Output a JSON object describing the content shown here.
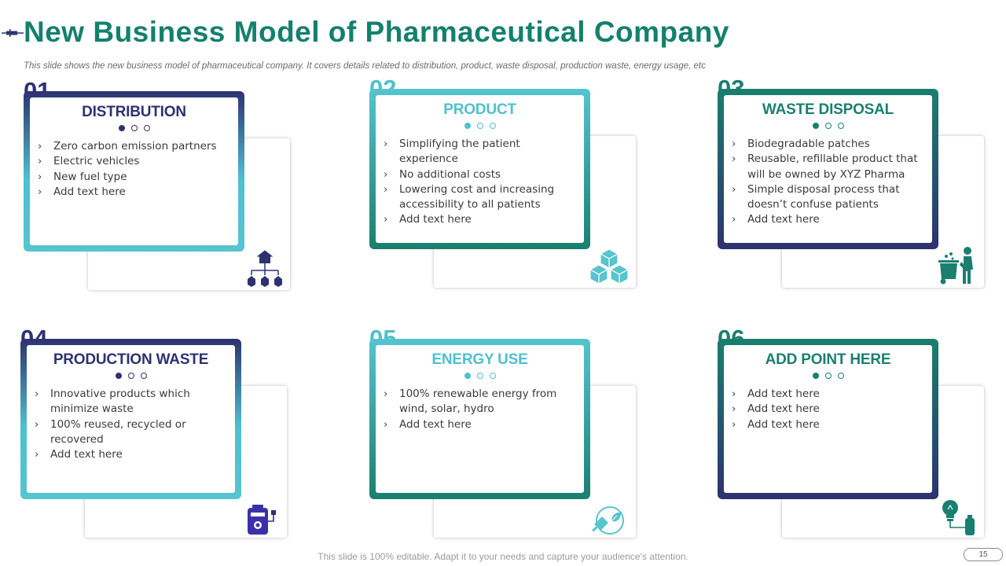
{
  "title": "New Business Model of Pharmaceutical Company",
  "subtitle": "This slide shows the new business model of pharmaceutical company. It covers details related to distribution, product, waste disposal, production waste, energy usage, etc",
  "colors": {
    "navy": "#2e3270",
    "teal": "#4ec1cc",
    "green": "#1a7f6f"
  },
  "cards": [
    {
      "num": "01",
      "title": "DISTRIBUTION",
      "bullets": [
        "Zero carbon emission partners",
        "Electric vehicles",
        "New fuel type",
        "Add text here"
      ],
      "icon": "warehouse-network-icon"
    },
    {
      "num": "02",
      "title": "PRODUCT",
      "bullets": [
        "Simplifying the patient experience",
        "No additional costs",
        "Lowering cost and increasing accessibility to all patients",
        "Add text here"
      ],
      "icon": "stacked-boxes-icon"
    },
    {
      "num": "03",
      "title": "WASTE DISPOSAL",
      "bullets": [
        "Biodegradable patches",
        "Reusable, refillable product that will be owned by XYZ Pharma",
        "Simple disposal process that doesn’t confuse patients",
        "Add text here"
      ],
      "icon": "person-trash-bin-icon"
    },
    {
      "num": "04",
      "title": "PRODUCTION WASTE",
      "bullets": [
        "Innovative products which minimize waste",
        "100% reused, recycled or recovered",
        "Add text here"
      ],
      "icon": "battery-plug-icon"
    },
    {
      "num": "05",
      "title": "ENERGY USE",
      "bullets": [
        "100% renewable energy from wind, solar, hydro",
        "Add text here"
      ],
      "icon": "eco-plug-icon"
    },
    {
      "num": "06",
      "title": "ADD POINT HERE",
      "bullets": [
        "Add text here",
        "Add text here",
        "Add text here"
      ],
      "icon": "bulb-gas-cylinder-icon"
    }
  ],
  "footer": "This slide is 100% editable. Adapt it to your needs and capture your audience’s attention.",
  "page_number": "15"
}
